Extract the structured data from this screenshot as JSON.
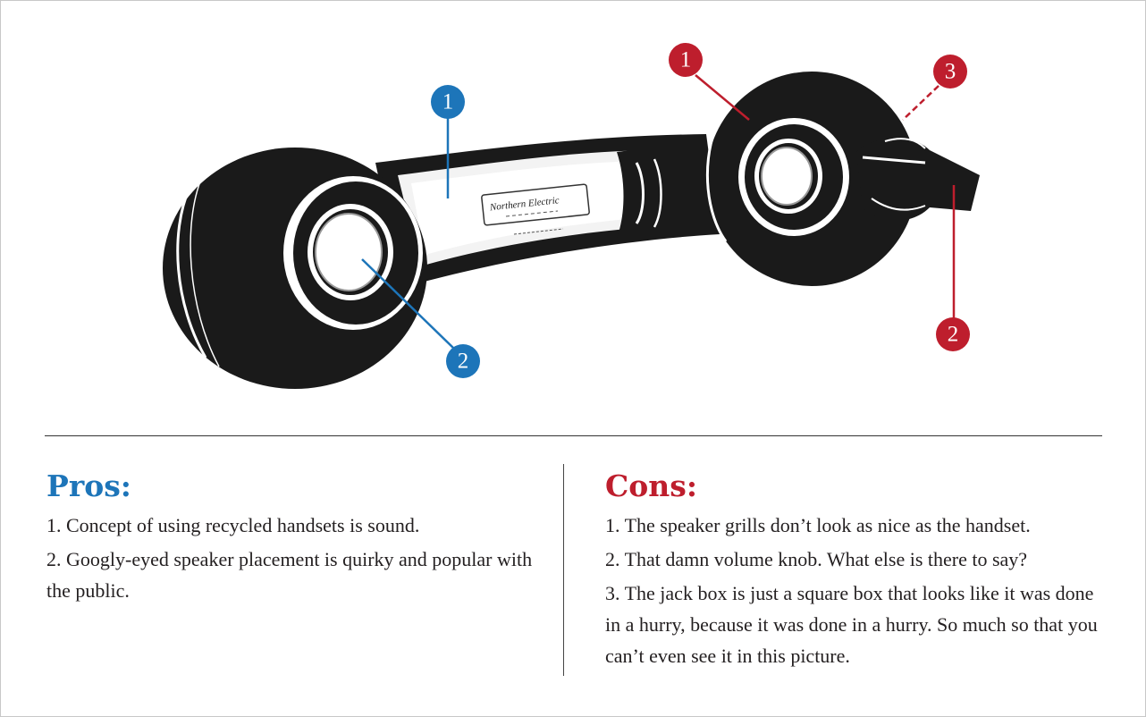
{
  "colors": {
    "pros_accent": "#1d75b9",
    "cons_accent": "#be1e2d",
    "handset_fill": "#1a1a1a",
    "text": "#231f20"
  },
  "diagram": {
    "handset_label_line1": "Northern Electric",
    "callouts": {
      "blue_1": "1",
      "blue_2": "2",
      "red_1": "1",
      "red_2": "2",
      "red_3": "3"
    }
  },
  "pros": {
    "heading": "Pros:",
    "items": [
      "1. Concept of using recycled handsets is sound.",
      "2. Googly-eyed speaker placement is quirky and popular with the public."
    ]
  },
  "cons": {
    "heading": "Cons:",
    "items": [
      "1. The speaker grills don’t look as nice as the handset.",
      "2. That damn volume knob.  What else is there to say?",
      "3. The jack box is just a square box that looks like it was done in a hurry, because it was done in a hurry.  So much so that you can’t even see it in this picture."
    ]
  }
}
